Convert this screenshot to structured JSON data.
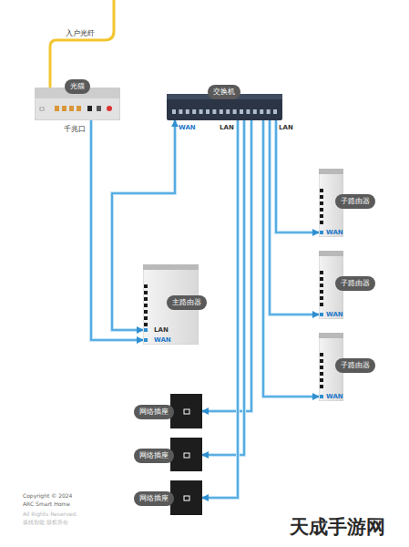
{
  "diagram": {
    "nodes": [
      {
        "text": [
          "光猫"
        ]
      },
      {
        "text": [
          "交换机"
        ]
      },
      {
        "text": [
          "子路由器",
          "WAN"
        ]
      },
      {
        "text": [
          "子路由器",
          "WAN"
        ]
      },
      {
        "text": [
          "主路由器",
          "LAN",
          "WAN"
        ]
      },
      {
        "text": [
          "子路由器",
          "WAN"
        ]
      },
      {
        "text": [
          "网络插座"
        ]
      },
      {
        "text": [
          "网络插座"
        ]
      },
      {
        "text": [
          "网络插座"
        ]
      }
    ],
    "edges": [
      {
        "from": 0,
        "to": 4,
        "arrow": "to"
      },
      {
        "from": 4,
        "to": 1,
        "arrow": "both"
      },
      {
        "from": 1,
        "to": 2,
        "arrow": "to"
      },
      {
        "from": 1,
        "to": 3,
        "arrow": "to"
      },
      {
        "from": 1,
        "to": 5,
        "arrow": "to"
      },
      {
        "from": 1,
        "to": 6,
        "arrow": "to"
      },
      {
        "from": 1,
        "to": 7,
        "arrow": "to"
      },
      {
        "from": 1,
        "to": 8,
        "arrow": "to"
      }
    ],
    "labels": [
      "入户光纤",
      "千兆口",
      "WAN",
      "LAN",
      "LAN",
      "Copyright © 2024",
      "ARC Smart Home",
      "All Rights Reserved.",
      "弧线智能 版权所有",
      "天成手游网"
    ]
  }
}
